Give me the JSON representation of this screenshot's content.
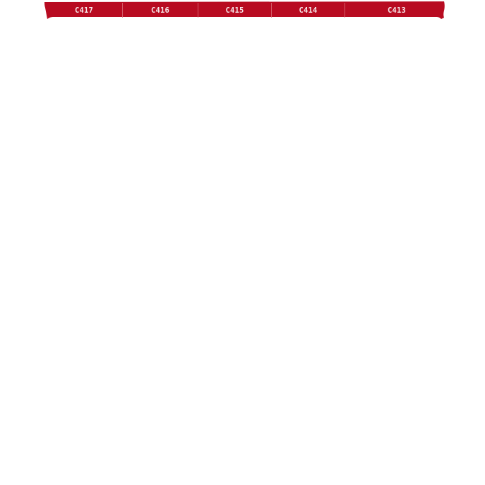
{
  "banner": {
    "color": "#b80b21",
    "tabs": [
      {
        "label": "C417"
      },
      {
        "label": "C416"
      },
      {
        "label": "C415"
      },
      {
        "label": "C414"
      },
      {
        "label": "C413"
      }
    ]
  }
}
